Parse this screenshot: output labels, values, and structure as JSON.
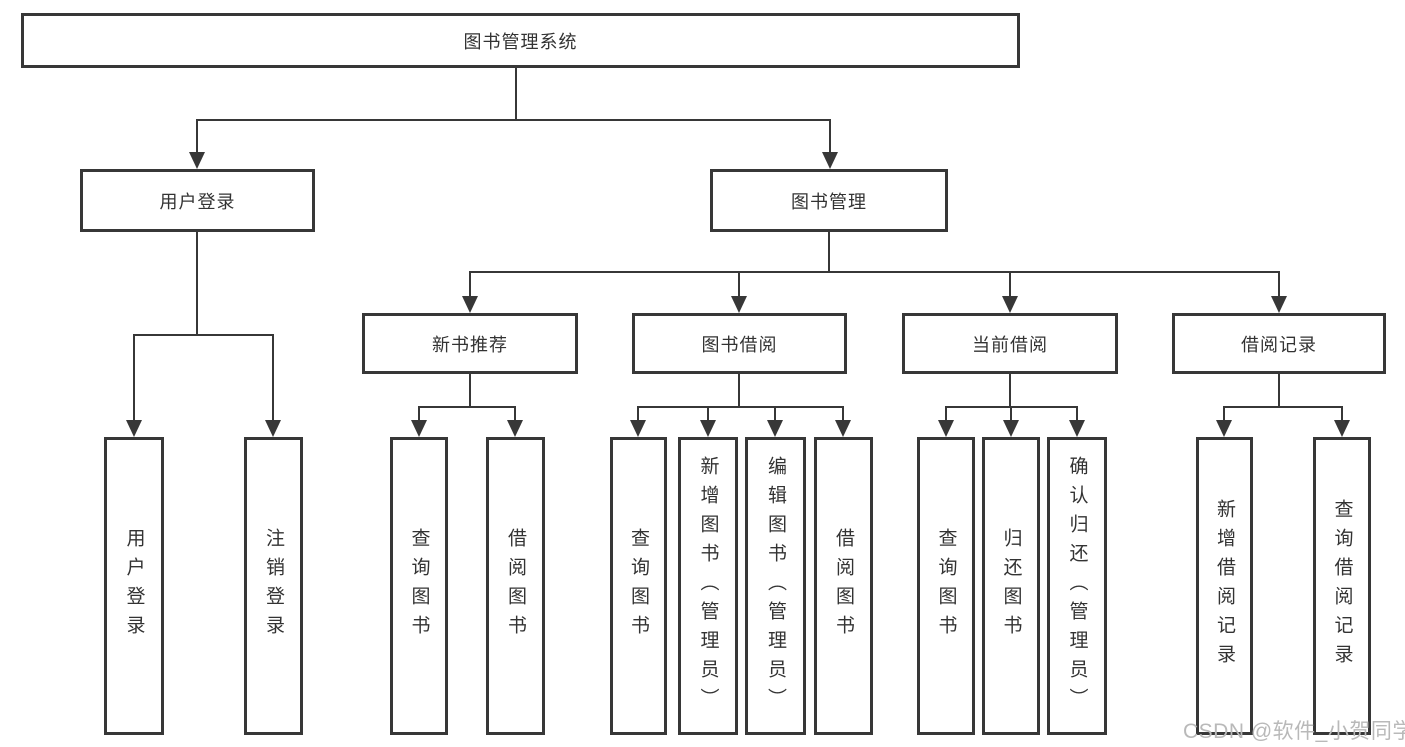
{
  "diagram_title": "图书管理系统",
  "colors": {
    "line": "#373737",
    "box_border": "#373737",
    "box_fill": "#ffffff",
    "text": "#333333",
    "watermark": "#b9b9b9",
    "background": "#ffffff"
  },
  "nodes": {
    "root": {
      "label": "图书管理系统"
    },
    "user_login": {
      "label": "用户登录"
    },
    "book_mgmt": {
      "label": "图书管理"
    },
    "new_book_rec": {
      "label": "新书推荐"
    },
    "book_borrow": {
      "label": "图书借阅"
    },
    "current_borrow": {
      "label": "当前借阅"
    },
    "borrow_record": {
      "label": "借阅记录"
    },
    "leaf_user_login": {
      "label": "用户登录"
    },
    "leaf_logout": {
      "label": "注销登录"
    },
    "leaf_nb_query": {
      "label": "查询图书"
    },
    "leaf_nb_borrow": {
      "label": "借阅图书"
    },
    "leaf_bb_query": {
      "label": "查询图书"
    },
    "leaf_bb_add": {
      "label": "新增图书（管理员）"
    },
    "leaf_bb_edit": {
      "label": "编辑图书（管理员）"
    },
    "leaf_bb_borrow": {
      "label": "借阅图书"
    },
    "leaf_cb_query": {
      "label": "查询图书"
    },
    "leaf_cb_return": {
      "label": "归还图书"
    },
    "leaf_cb_confirm": {
      "label": "确认归还（管理员）"
    },
    "leaf_br_add": {
      "label": "新增借阅记录"
    },
    "leaf_br_query": {
      "label": "查询借阅记录"
    }
  },
  "structure": [
    {
      "parent": "图书管理系统",
      "children": [
        "用户登录",
        "图书管理"
      ]
    },
    {
      "parent": "用户登录",
      "children": [
        "用户登录",
        "注销登录"
      ]
    },
    {
      "parent": "图书管理",
      "children": [
        "新书推荐",
        "图书借阅",
        "当前借阅",
        "借阅记录"
      ]
    },
    {
      "parent": "新书推荐",
      "children": [
        "查询图书",
        "借阅图书"
      ]
    },
    {
      "parent": "图书借阅",
      "children": [
        "查询图书",
        "新增图书（管理员）",
        "编辑图书（管理员）",
        "借阅图书"
      ]
    },
    {
      "parent": "当前借阅",
      "children": [
        "查询图书",
        "归还图书",
        "确认归还（管理员）"
      ]
    },
    {
      "parent": "借阅记录",
      "children": [
        "新增借阅记录",
        "查询借阅记录"
      ]
    }
  ],
  "watermark": {
    "text": "CSDN @软件_小贺同学"
  }
}
